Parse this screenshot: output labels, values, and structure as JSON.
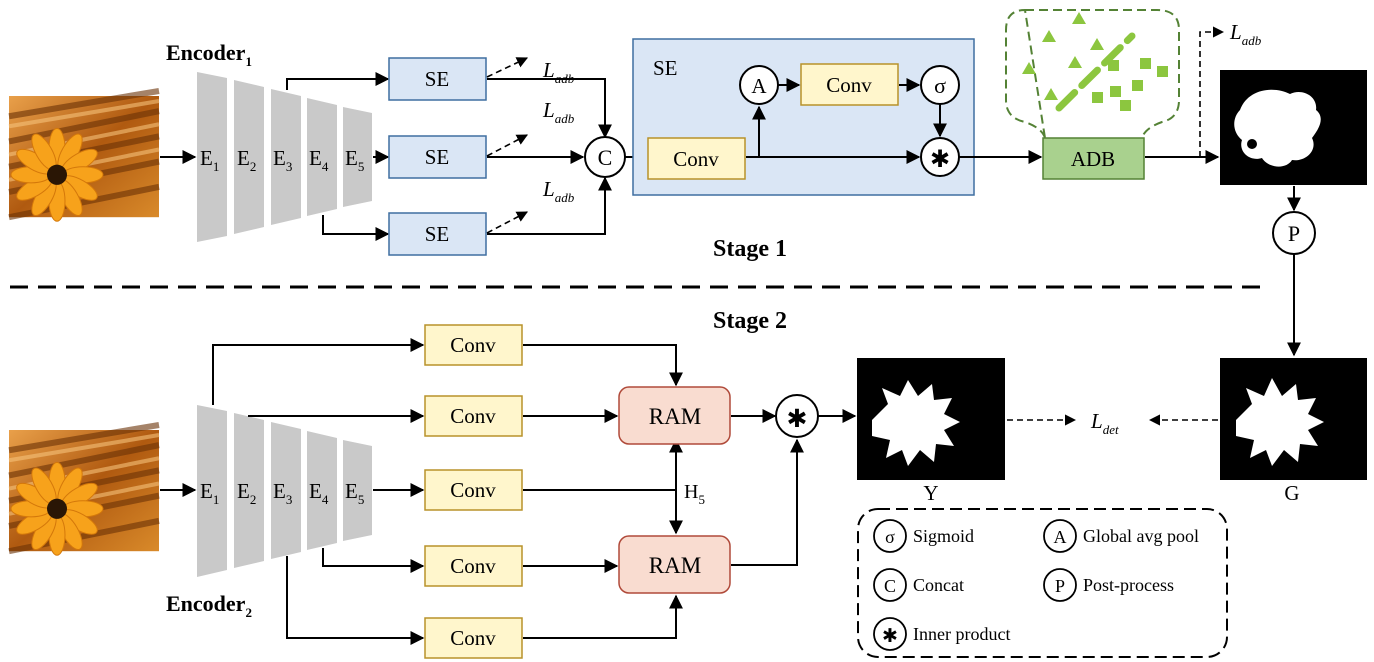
{
  "encoder1": {
    "title": "Encoder",
    "sub": "1",
    "stages": [
      "E1",
      "E2",
      "E3",
      "E4",
      "E5"
    ]
  },
  "encoder2": {
    "title": "Encoder",
    "sub": "2",
    "stages": [
      "E1",
      "E2",
      "E3",
      "E4",
      "E5"
    ]
  },
  "stage1": {
    "se_blocks": [
      "SE",
      "SE",
      "SE"
    ],
    "loss_main": "L",
    "loss_sub": "adb",
    "concat_symbol": "C",
    "se_panel": {
      "title": "SE",
      "conv1": "Conv",
      "conv2": "Conv",
      "avgpool_symbol": "A",
      "sigmoid_symbol": "σ",
      "product_symbol": "✱"
    },
    "adb_label": "ADB",
    "post_symbol": "P",
    "label": "Stage 1"
  },
  "stage2": {
    "label": "Stage 2",
    "conv_labels": [
      "Conv",
      "Conv",
      "Conv",
      "Conv",
      "Conv"
    ],
    "ram_labels": [
      "RAM",
      "RAM"
    ],
    "h_main": "H",
    "h_sub": "5",
    "product_symbol": "✱",
    "output_label": "Y",
    "gt_label": "G",
    "loss_main": "L",
    "loss_sub": "det"
  },
  "legend": [
    {
      "symbol": "σ",
      "text": "Sigmoid"
    },
    {
      "symbol": "A",
      "text": "Global avg pool"
    },
    {
      "symbol": "C",
      "text": "Concat"
    },
    {
      "symbol": "P",
      "text": "Post-process"
    },
    {
      "symbol": "✱",
      "text": "Inner product"
    }
  ],
  "colors": {
    "se_fill": "#dae6f5",
    "se_stroke": "#3f6fa0",
    "conv_fill": "#fff6cc",
    "conv_stroke": "#b8922a",
    "conv_text": "#7a5a10",
    "ram_fill": "#f9dcd0",
    "ram_stroke": "#b04a3a",
    "ram_text": "#8a2b1a",
    "adb_fill": "#a9d18e",
    "adb_stroke": "#548235",
    "encoder_fill": "#c9c9c9",
    "green_shape": "#8cc63f"
  }
}
